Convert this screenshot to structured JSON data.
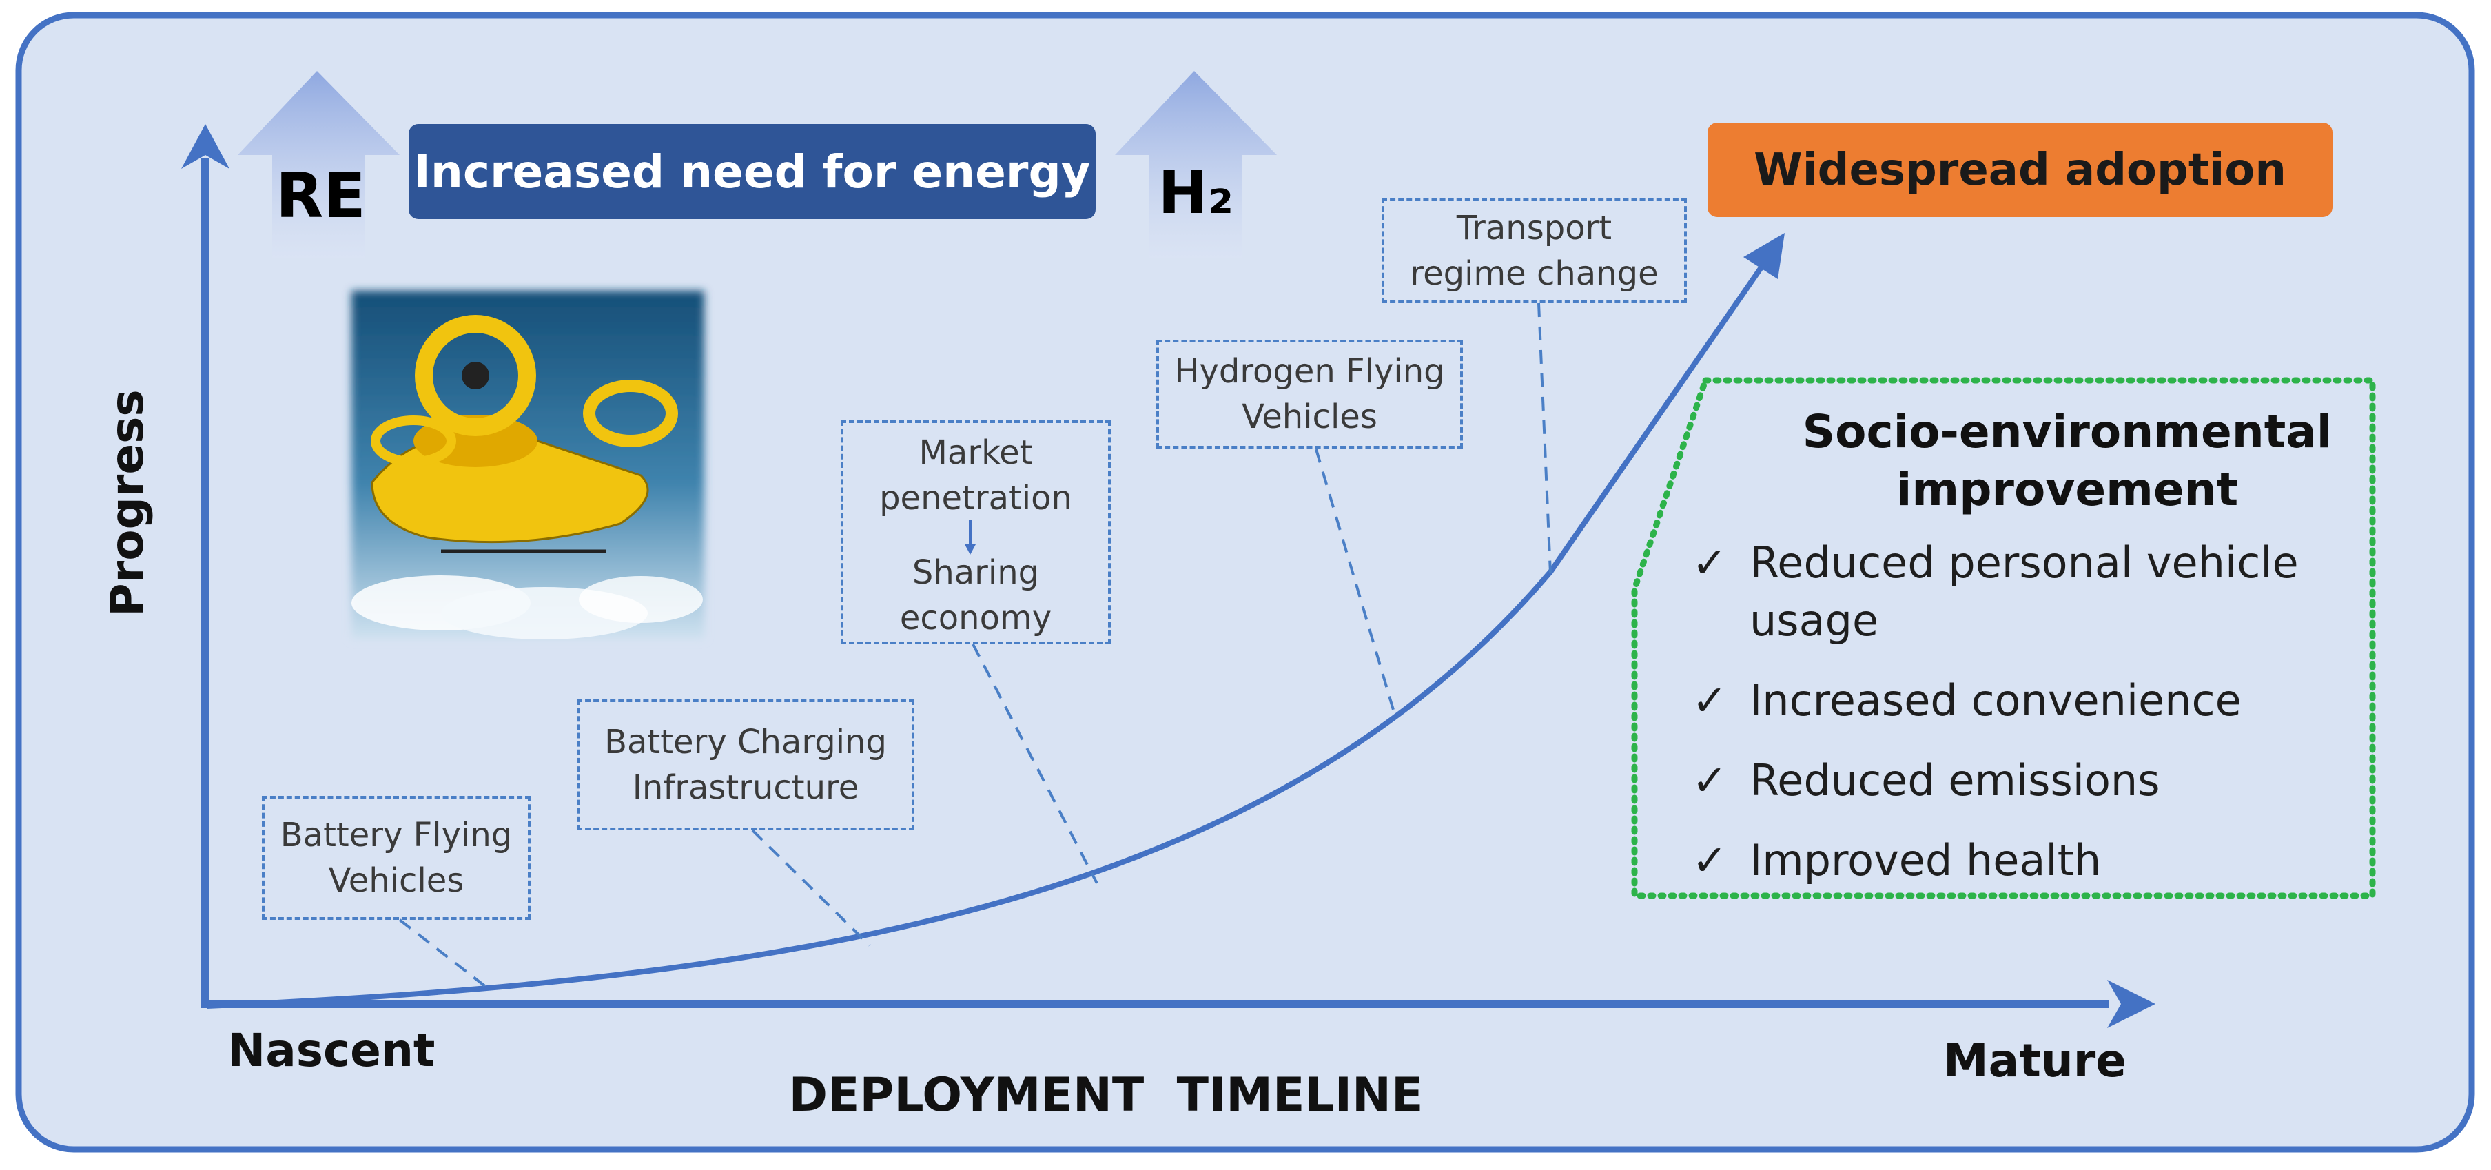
{
  "banners": {
    "energy": "Increased need for energy",
    "adoption": "Widespread adoption"
  },
  "arrow_labels": {
    "re": "RE",
    "h2": "H₂"
  },
  "axes": {
    "y_label": "Progress",
    "x_title": "DEPLOYMENT  TIMELINE",
    "x_start": "Nascent",
    "x_end": "Mature"
  },
  "stages": {
    "battery_vehicles": [
      "Battery Flying",
      "Vehicles"
    ],
    "charging_infra": [
      "Battery Charging",
      "Infrastructure"
    ],
    "market": [
      "Market",
      "penetration"
    ],
    "sharing": [
      "Sharing",
      "economy"
    ],
    "hydrogen": [
      "Hydrogen Flying",
      "Vehicles"
    ],
    "regime": [
      "Transport",
      "regime change"
    ]
  },
  "improvement": {
    "title": [
      "Socio-environmental",
      "improvement"
    ],
    "items": [
      [
        "Reduced personal vehicle",
        "usage"
      ],
      [
        "Increased convenience"
      ],
      [
        "Reduced emissions"
      ],
      [
        "Improved health"
      ]
    ],
    "check_glyph": "✓"
  },
  "colors": {
    "panel_bg": "#d9e3f3",
    "panel_border": "#4472c4",
    "axis_blue": "#4472c4",
    "banner_blue": "#2f5597",
    "banner_orange": "#ed7d31",
    "dotted_green": "#2db34a"
  },
  "illustration": "yellow-flying-taxi-illustration"
}
